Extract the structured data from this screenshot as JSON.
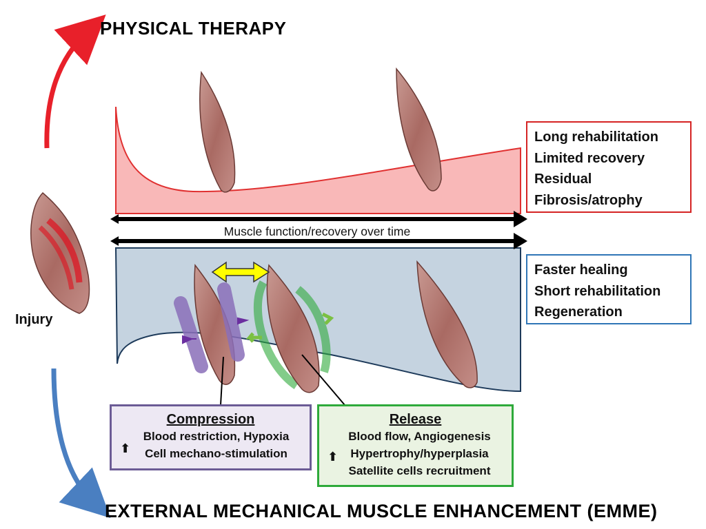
{
  "titles": {
    "physical_therapy": "PHYSICAL THERAPY",
    "emme": "EXTERNAL MECHANICAL MUSCLE ENHANCEMENT (EMME)"
  },
  "injury_label": "Injury",
  "timeline_label": "Muscle function/recovery over time",
  "physical_therapy_outcomes": [
    "Long rehabilitation",
    "Limited recovery",
    "Residual",
    "Fibrosis/atrophy"
  ],
  "emme_outcomes": [
    "Faster healing",
    "Short rehabilitation",
    "Regeneration"
  ],
  "compression": {
    "title": "Compression",
    "lines": [
      "Blood restriction, Hypoxia",
      "Cell mechano-stimulation"
    ],
    "arrow_icon": "up-arrow"
  },
  "release": {
    "title": "Release",
    "lines": [
      "Blood flow, Angiogenesis",
      "Hypertrophy/hyperplasia",
      "Satellite cells recruitment"
    ],
    "arrow_icon": "up-arrow"
  },
  "colors": {
    "physical_therapy": "#e8202a",
    "emme": "#4a7fc1",
    "pt_area": "#f9b8b8",
    "emme_area": "#c5d3e0",
    "compression": "#6b5b95",
    "release": "#2eaa3a",
    "swap_arrow": "#ffff00",
    "muscle": "#b5706a"
  }
}
